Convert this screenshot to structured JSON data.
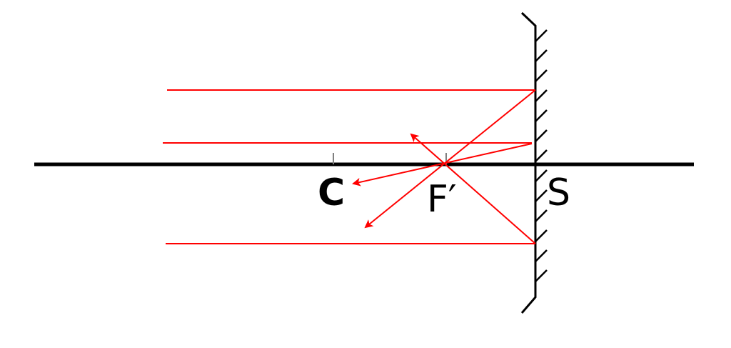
{
  "labels": {
    "center": "C",
    "focus": "F′",
    "mirror": "S"
  },
  "colors": {
    "axis": "#000000",
    "mirror": "#000000",
    "ray": "#ff0000",
    "tick": "#808080"
  }
}
